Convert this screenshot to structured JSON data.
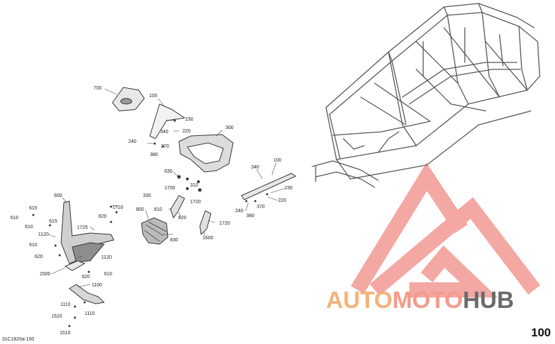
{
  "page": {
    "code": "31C1820a-100",
    "page_number": "100"
  },
  "watermark": {
    "part1": "AUTO",
    "part2": "MOTO",
    "part3": "HUB",
    "color_auto": "#f4b27a",
    "color_moto": "#f49a8a",
    "color_hub": "#6a6a6a",
    "logo_color": "#f08c86"
  },
  "callouts": {
    "c700": "700",
    "c100a": "100",
    "c230a": "230",
    "c340a": "340",
    "c220a": "220",
    "c240a": "240",
    "c370a": "370",
    "c380a": "380",
    "c300": "300",
    "c630": "630",
    "c1700": "1700",
    "c330": "330",
    "c310": "310",
    "c340b": "340",
    "c100b": "100",
    "c230b": "230",
    "c220b": "220",
    "c370b": "370",
    "c240b": "240",
    "c380b": "380",
    "c600": "600",
    "c615a": "615",
    "c610a": "610",
    "c610b": "610",
    "c615b": "615",
    "c1710": "1710",
    "c800": "800",
    "c810": "810",
    "c1720a": "1720",
    "c1725": "1725",
    "c620a": "620",
    "c1120a": "1120",
    "c610c": "610",
    "c820": "820",
    "c1720b": "1720",
    "c830": "830",
    "c1600": "1600",
    "c620b": "620",
    "c1120b": "1120",
    "c1500": "1500",
    "c620c": "620",
    "c610d": "610",
    "c1100": "1100",
    "c1110a": "1110",
    "c1110b": "1110",
    "c1520": "1520",
    "c1510": "1510"
  }
}
